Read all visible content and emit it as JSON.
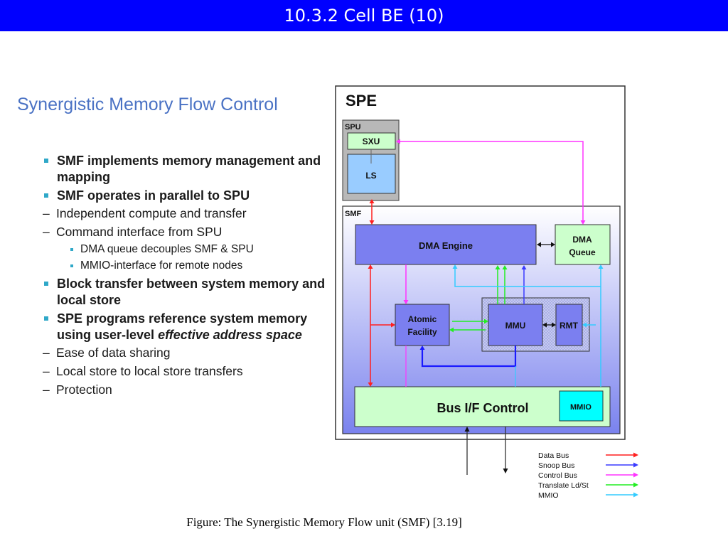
{
  "slide": {
    "title": "10.3.2 Cell BE (10)",
    "subtitle": "Synergistic Memory Flow Control",
    "bullets": [
      {
        "level": 1,
        "text": "SMF implements memory management and mapping"
      },
      {
        "level": 1,
        "text": "SMF operates in parallel to SPU"
      },
      {
        "level": 2,
        "text": "Independent compute and transfer"
      },
      {
        "level": 2,
        "text": "Command interface from SPU"
      },
      {
        "level": 3,
        "text": "DMA queue decouples SMF & SPU"
      },
      {
        "level": 3,
        "text": "MMIO-interface for remote nodes"
      },
      {
        "level": 1,
        "text": "Block transfer between system memory and local store"
      },
      {
        "level": 1,
        "text_before": "SPE programs reference system memory using user-level ",
        "text_italic": "effective address space"
      },
      {
        "level": 2,
        "text": "Ease of data sharing"
      },
      {
        "level": 2,
        "text": "Local store to local store transfers"
      },
      {
        "level": 2,
        "text": "Protection"
      }
    ],
    "caption": "Figure: The Synergistic Memory Flow unit (SMF) [3.19]"
  },
  "diagram": {
    "spe_label": "SPE",
    "spu_label": "SPU",
    "sxu_label": "SXU",
    "ls_label": "LS",
    "smf_label": "SMF",
    "dma_engine_label": "DMA Engine",
    "dma_queue_label_1": "DMA",
    "dma_queue_label_2": "Queue",
    "atomic_label_1": "Atomic",
    "atomic_label_2": "Facility",
    "mmu_label": "MMU",
    "rmt_label": "RMT",
    "bus_label": "Bus I/F Control",
    "mmio_label": "MMIO",
    "legend": [
      {
        "label": "Data Bus",
        "color": "#ff1f1f"
      },
      {
        "label": "Snoop Bus",
        "color": "#3a3aff"
      },
      {
        "label": "Control Bus",
        "color": "#ff33ff"
      },
      {
        "label": "Translate Ld/St",
        "color": "#22ee22"
      },
      {
        "label": "MMIO",
        "color": "#33ccff"
      }
    ]
  }
}
